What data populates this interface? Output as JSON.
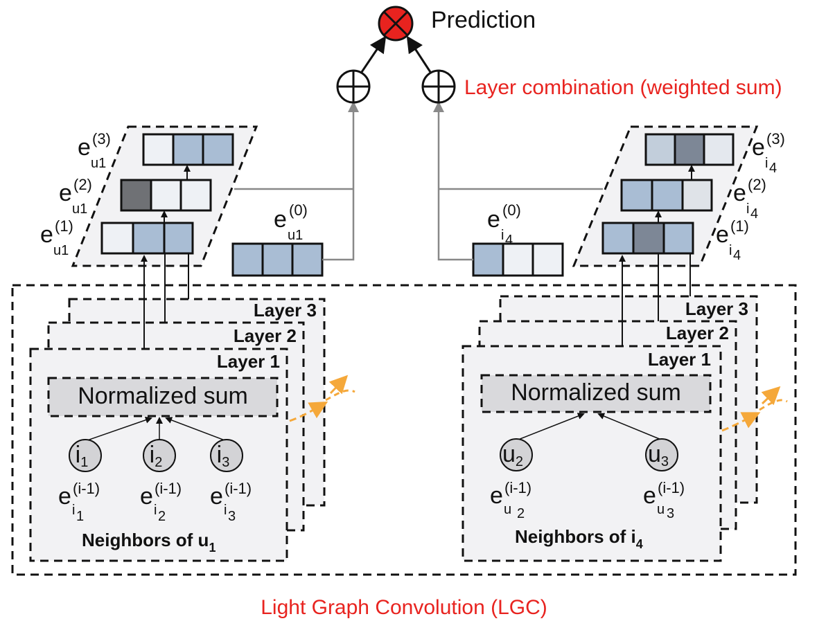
{
  "title": "Prediction",
  "combination_label": "Layer combination (weighted sum)",
  "lgc_label": "Light Graph Convolution (LGC)",
  "left": {
    "layer_labels": [
      "Layer 3",
      "Layer 2",
      "Layer 1"
    ],
    "aggregator": "Normalized sum",
    "neighbors_caption": "Neighbors of u",
    "neighbors_caption_sub": "1",
    "nodes": [
      {
        "letter": "i",
        "sub": "1",
        "emb_base": "e",
        "emb_sup": "(i-1)",
        "emb_sub": "i",
        "emb_subsub": "1"
      },
      {
        "letter": "i",
        "sub": "2",
        "emb_base": "e",
        "emb_sup": "(i-1)",
        "emb_sub": "i",
        "emb_subsub": "2"
      },
      {
        "letter": "i",
        "sub": "3",
        "emb_base": "e",
        "emb_sup": "(i-1)",
        "emb_sub": "i",
        "emb_subsub": "3"
      }
    ],
    "embeddings": [
      {
        "base": "e",
        "sub": "u1",
        "sup": "(3)"
      },
      {
        "base": "e",
        "sub": "u1",
        "sup": "(2)"
      },
      {
        "base": "e",
        "sub": "u1",
        "sup": "(1)"
      },
      {
        "base": "e",
        "sub": "u1",
        "sup": "(0)"
      }
    ]
  },
  "right": {
    "layer_labels": [
      "Layer 3",
      "Layer 2",
      "Layer 1"
    ],
    "aggregator": "Normalized sum",
    "neighbors_caption": "Neighbors of i",
    "neighbors_caption_sub": "4",
    "nodes": [
      {
        "letter": "u",
        "sub": "2",
        "emb_base": "e",
        "emb_sup": "(i-1)",
        "emb_sub": "u",
        "emb_subsub": "2"
      },
      {
        "letter": "u",
        "sub": "3",
        "emb_base": "e",
        "emb_sup": "(i-1)",
        "emb_sub": "u",
        "emb_subsub": "3"
      }
    ],
    "embeddings": [
      {
        "base": "e",
        "sub": "i",
        "subsub": "4",
        "sup": "(3)"
      },
      {
        "base": "e",
        "sub": "i",
        "subsub": "4",
        "sup": "(2)"
      },
      {
        "base": "e",
        "sub": "i",
        "subsub": "4",
        "sup": "(1)"
      },
      {
        "base": "e",
        "sub": "i",
        "subsub": "4",
        "sup": "(0)"
      }
    ]
  },
  "colors": {
    "accent_red": "#e8231f",
    "blue_cell": "#a9bdd4",
    "light_cell": "#eef1f5",
    "dark_cell": "#6f7175",
    "panel_fill": "#f2f2f4",
    "connector_gray": "#888888",
    "orange_arrow": "#f5a83a"
  }
}
